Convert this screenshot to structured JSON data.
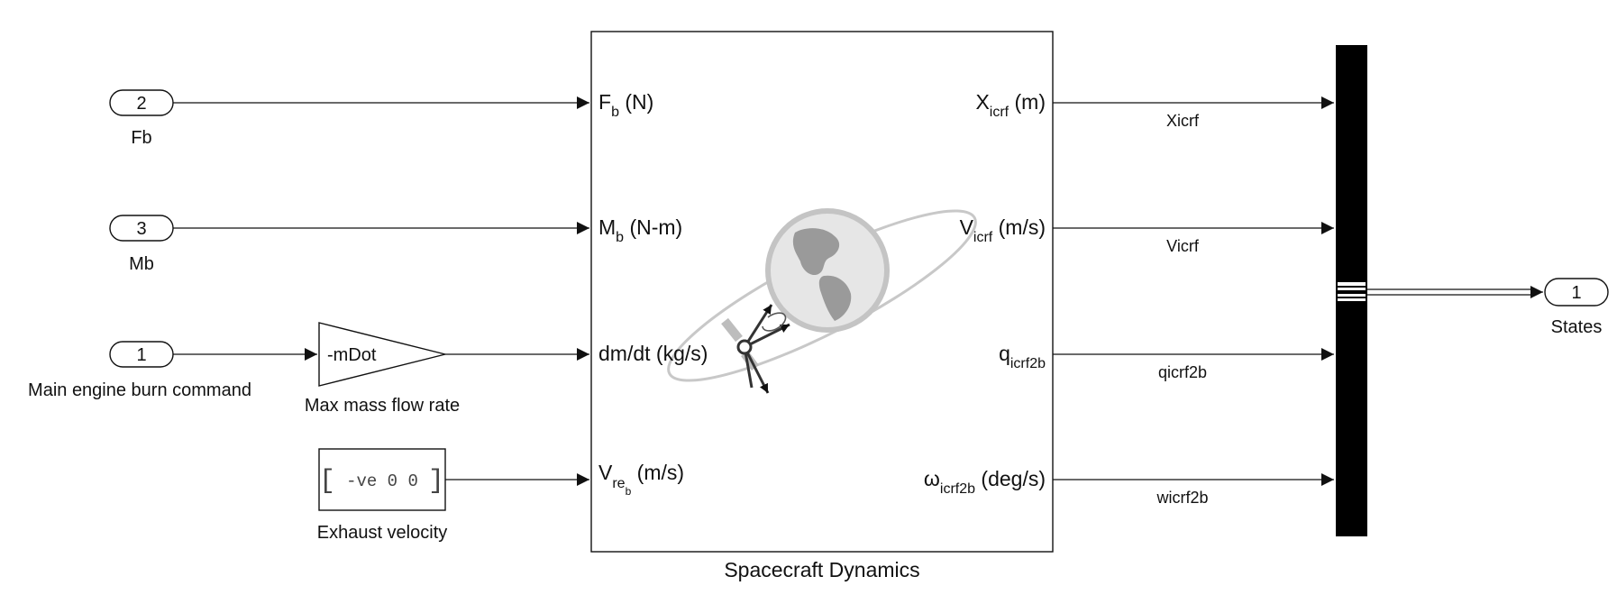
{
  "inports": [
    {
      "number": "2",
      "label": "Fb"
    },
    {
      "number": "3",
      "label": "Mb"
    },
    {
      "number": "1",
      "label": "Main engine burn command"
    }
  ],
  "gain": {
    "value": "-mDot",
    "label": "Max mass flow rate"
  },
  "constant": {
    "value": "[-ve 0 0]",
    "open": "[",
    "close": "]",
    "inner": "-ve 0 0",
    "label": "Exhaust velocity"
  },
  "dynamics": {
    "label": "Spacecraft Dynamics",
    "inputs": [
      {
        "base": "F",
        "sub": "b",
        "unit": "(N)"
      },
      {
        "base": "M",
        "sub": "b",
        "unit": "(N-m)"
      },
      {
        "base": "dm/dt",
        "sub": "",
        "unit": "(kg/s)"
      },
      {
        "base": "V",
        "sub": "re",
        "subsub": "b",
        "unit": "(m/s)"
      }
    ],
    "outputs": [
      {
        "base": "X",
        "sub": "icrf",
        "unit": "(m)"
      },
      {
        "base": "V",
        "sub": "icrf",
        "unit": "(m/s)"
      },
      {
        "base": "q",
        "sub": "icrf2b",
        "unit": ""
      },
      {
        "base": "ω",
        "sub": "icrf2b",
        "unit": "(deg/s)"
      }
    ]
  },
  "signals": [
    "Xicrf",
    "Vicrf",
    "qicrf2b",
    "wicrf2b"
  ],
  "outport": {
    "number": "1",
    "label": "States"
  },
  "colors": {
    "line": "#111111",
    "block_fill": "#ffffff",
    "mux": "#000000",
    "icon": "#c8c8c8"
  }
}
